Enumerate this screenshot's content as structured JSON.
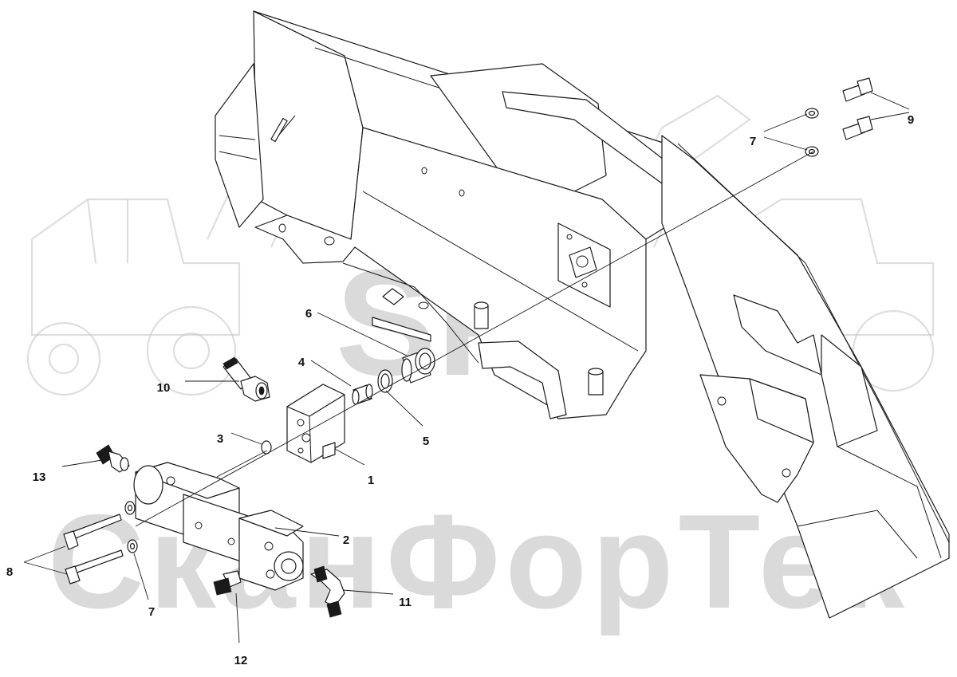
{
  "watermark": {
    "logo_text": "SFT",
    "company_text": "СканФорТек"
  },
  "callouts": {
    "c1": "1",
    "c2": "2",
    "c3": "3",
    "c4": "4",
    "c5": "5",
    "c6": "6",
    "c7_top": "7",
    "c7_bottom": "7",
    "c8": "8",
    "c9": "9",
    "c10": "10",
    "c11": "11",
    "c12": "12",
    "c13": "13"
  }
}
